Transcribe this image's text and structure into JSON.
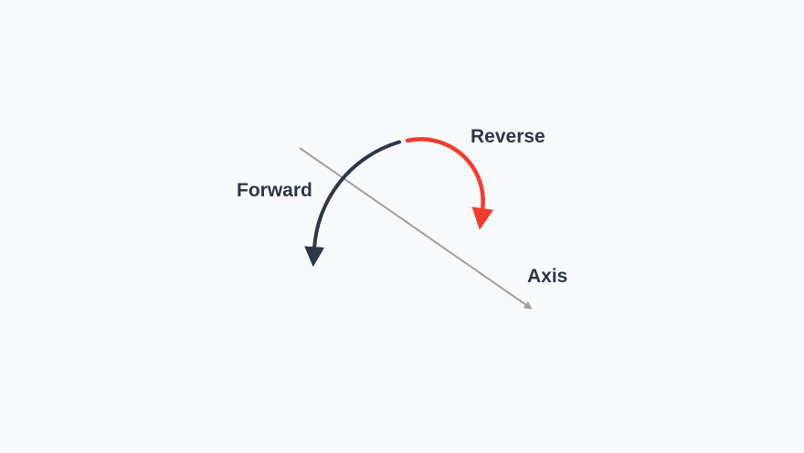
{
  "diagram": {
    "background_color": "#f8f9fa",
    "label_text_color": "#2d3748",
    "arrows": {
      "forward": {
        "label": "Forward",
        "color": "#2d3748",
        "type": "curved-arc-arrow",
        "direction": "counterclockwise"
      },
      "reverse": {
        "label": "Reverse",
        "color": "#f23c2d",
        "type": "curved-arc-arrow",
        "direction": "clockwise"
      },
      "axis": {
        "label": "Axis",
        "color": "#a0a0a0",
        "type": "straight-line-arrow",
        "direction": "down-right"
      }
    }
  }
}
